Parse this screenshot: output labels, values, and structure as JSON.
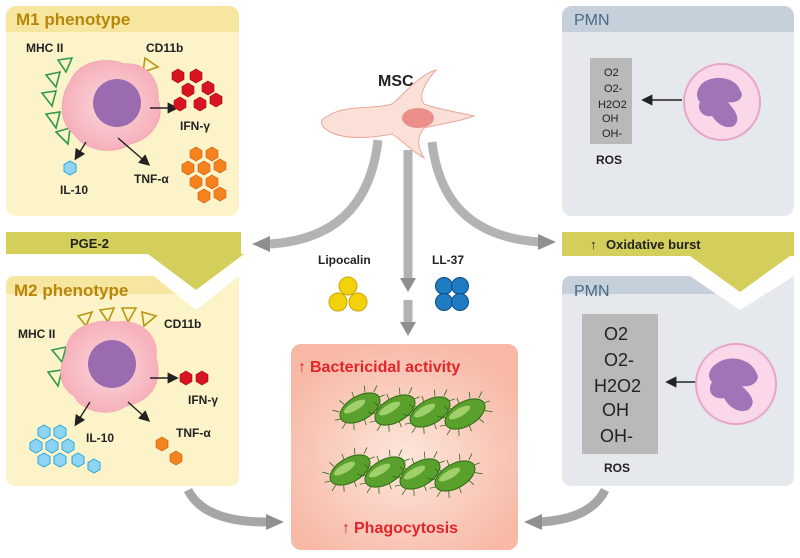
{
  "m1": {
    "title": "M1 phenotype",
    "mhc": "MHC II",
    "cd11b": "CD11b",
    "ifn": "IFN-γ",
    "tnf": "TNF-α",
    "il10": "IL-10"
  },
  "m2": {
    "title": "M2 phenotype",
    "mhc": "MHC II",
    "cd11b": "CD11b",
    "ifn": "IFN-γ",
    "tnf": "TNF-α",
    "il10": "IL-10"
  },
  "pge2": "PGE-2",
  "msc": "MSC",
  "lipocalin": "Lipocalin",
  "ll37": "LL-37",
  "center": {
    "bactericidal": "Bactericidal activity",
    "phagocytosis": "Phagocytosis"
  },
  "pmn_top": {
    "title": "PMN",
    "ros_label": "ROS",
    "ros": [
      "O2",
      "O2-",
      "H2O2",
      "OH",
      "OH-"
    ]
  },
  "oxidative": "Oxidative burst",
  "pmn_bottom": {
    "title": "PMN",
    "ros_label": "ROS",
    "ros": [
      "O2",
      "O2-",
      "H2O2",
      "OH",
      "OH-"
    ]
  },
  "colors": {
    "macrophage_panel": "#fdf3c9",
    "macrophage_header": "#f7e6a0",
    "pge_bar": "#d4cf5a",
    "pmn_panel": "#e5e9ee",
    "pmn_header": "#c5d0da",
    "center_panel": "#f6bfac",
    "red": "#e3242b",
    "bacteria": "#5aa02c",
    "ifn": "#d7141f",
    "tnf": "#f5821f",
    "il10": "#29a8df",
    "lipocalin": "#f4d20b",
    "ll37": "#1f7bc2"
  }
}
